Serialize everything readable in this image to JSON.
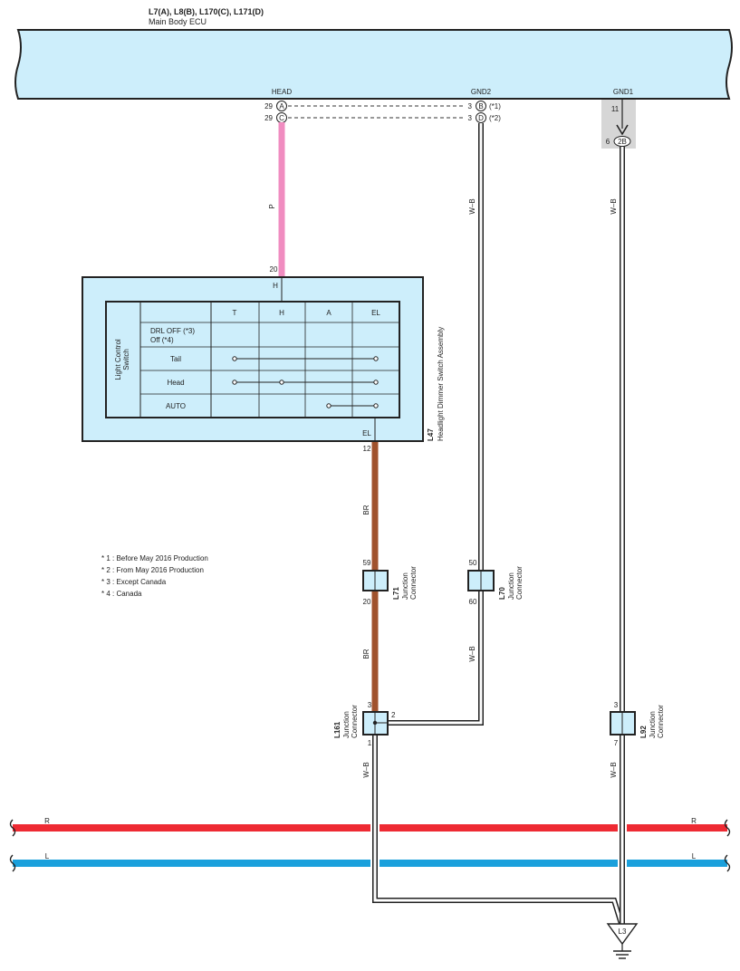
{
  "ecu": {
    "connectors": "L7(A), L8(B), L170(C), L171(D)",
    "name": "Main Body ECU",
    "terminals": {
      "head": "HEAD",
      "gnd2": "GND2",
      "gnd1": "GND1"
    },
    "pins": {
      "a": {
        "num": "29",
        "letter": "A"
      },
      "c": {
        "num": "29",
        "letter": "C"
      },
      "b": {
        "num": "3",
        "letter": "B",
        "note": "(*1)"
      },
      "d": {
        "num": "3",
        "letter": "D",
        "note": "(*2)"
      },
      "gnd1_pin": "11"
    }
  },
  "ground_joint": {
    "pin": "6",
    "label": "2B"
  },
  "wires": {
    "p": "P",
    "wb": "W–B",
    "br": "BR"
  },
  "switch": {
    "code": "L47",
    "name": "Headlight Dimmer Switch Assembly",
    "pin_top": "20",
    "term_top": "H",
    "pin_bottom": "12",
    "term_bottom": "EL",
    "side_label_1": "Light Control",
    "side_label_2": "Switch",
    "columns": [
      "T",
      "H",
      "A",
      "EL"
    ],
    "rows": [
      {
        "line1": "DRL OFF (*3)",
        "line2": "Off (*4)"
      },
      {
        "line1": "Tail",
        "line2": ""
      },
      {
        "line1": "Head",
        "line2": ""
      },
      {
        "line1": "AUTO",
        "line2": ""
      }
    ]
  },
  "notes": [
    "* 1 : Before May 2016 Production",
    "* 2 : From May 2016 Production",
    "* 3 : Except Canada",
    "* 4 : Canada"
  ],
  "junctions": {
    "l71": {
      "code": "L71",
      "line1": "Junction",
      "line2": "Connector",
      "pin_top": "59",
      "pin_bottom": "20"
    },
    "l70": {
      "code": "L70",
      "line1": "Junction",
      "line2": "Connector",
      "pin_top": "50",
      "pin_bottom": "60"
    },
    "l161": {
      "code": "L161",
      "line1": "Junction",
      "line2": "Connector",
      "pin_top": "3",
      "pin_right": "2",
      "pin_bottom": "1"
    },
    "l92": {
      "code": "L92",
      "line1": "Junction",
      "line2": "Connector",
      "pin_top": "3",
      "pin_bottom": "7"
    }
  },
  "buses": {
    "r": "R",
    "l": "L"
  },
  "ground": {
    "label": "L3"
  },
  "colors": {
    "ecu_fill": "#cdeefb",
    "wire_pink": "#f08cc0",
    "wire_brown": "#a0522d",
    "bus_red": "#ee2a33",
    "bus_blue": "#1aa0dc",
    "shield_gray": "#d6d6d6"
  }
}
